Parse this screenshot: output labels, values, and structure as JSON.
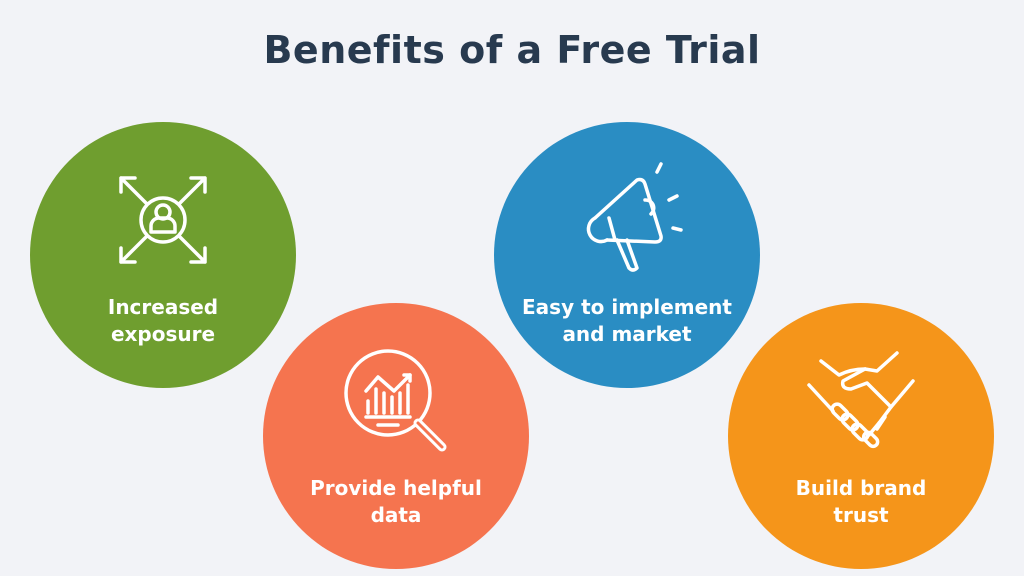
{
  "title": "Benefits of a Free Trial",
  "benefits": [
    {
      "line1": "Increased",
      "line2": "exposure",
      "icon": "expand-arrows-person-icon",
      "color": "#6f9e2f"
    },
    {
      "line1": "Provide helpful",
      "line2": "data",
      "icon": "magnifier-chart-icon",
      "color": "#f5744f"
    },
    {
      "line1": "Easy to implement",
      "line2": "and market",
      "icon": "megaphone-icon",
      "color": "#2a8dc3"
    },
    {
      "line1": "Build brand",
      "line2": "trust",
      "icon": "handshake-icon",
      "color": "#f5951a"
    }
  ]
}
